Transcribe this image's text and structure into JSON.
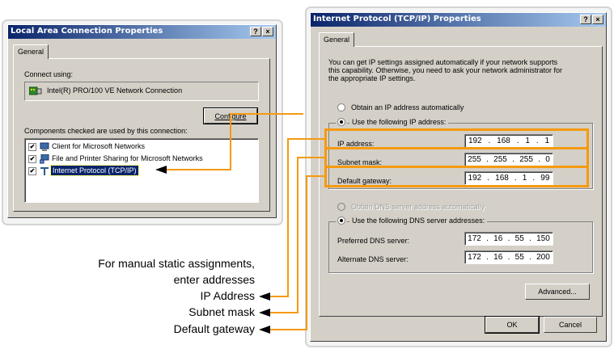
{
  "lan_dialog": {
    "title": "Local Area Connection Properties",
    "help_button": "?",
    "close_button": "×",
    "tab_general": "General",
    "connect_using_label": "Connect using:",
    "adapter_name": "Intel(R) PRO/100 VE Network Connection",
    "adapter_icon": "network-card-icon",
    "configure_button": "Configure",
    "components_label": "Components checked are used by this connection:",
    "components": [
      {
        "label": "Client for Microsoft Networks",
        "checked": true,
        "icon": "computer-icon",
        "selected": false
      },
      {
        "label": "File and Printer Sharing for Microsoft Networks",
        "checked": true,
        "icon": "shared-computer-icon",
        "selected": false
      },
      {
        "label": "Internet Protocol (TCP/IP)",
        "checked": true,
        "icon": "protocol-icon",
        "selected": true
      }
    ]
  },
  "tcpip_dialog": {
    "title": "Internet Protocol (TCP/IP) Properties",
    "help_button": "?",
    "close_button": "×",
    "tab_general": "General",
    "description_line1": "You can get IP settings assigned automatically if your network supports",
    "description_line2": "this capability. Otherwise, you need to ask your network administrator for",
    "description_line3": "the appropriate IP settings.",
    "radio_obtain_ip": "Obtain an IP address automatically",
    "radio_use_ip": "Use the following IP address:",
    "ip_address_label": "IP address:",
    "ip_address": [
      "192",
      "168",
      "1",
      "1"
    ],
    "subnet_mask_label": "Subnet mask:",
    "subnet_mask": [
      "255",
      "255",
      "255",
      "0"
    ],
    "default_gateway_label": "Default gateway:",
    "default_gateway": [
      "192",
      "168",
      "1",
      "99"
    ],
    "radio_obtain_dns": "Obtain DNS server address automatically",
    "radio_use_dns": "Use the following DNS server addresses:",
    "preferred_dns_label": "Preferred DNS server:",
    "preferred_dns": [
      "172",
      "16",
      "55",
      "150"
    ],
    "alternate_dns_label": "Alternate DNS server:",
    "alternate_dns": [
      "172",
      "16",
      "55",
      "200"
    ],
    "advanced_button": "Advanced...",
    "ok_button": "OK",
    "cancel_button": "Cancel"
  },
  "annotation": {
    "line1": "For manual static assignments,",
    "line2": "enter addresses",
    "ip_address": "IP Address",
    "subnet_mask": "Subnet mask",
    "default_gateway": "Default gateway",
    "highlight_color": "#f59a10"
  }
}
